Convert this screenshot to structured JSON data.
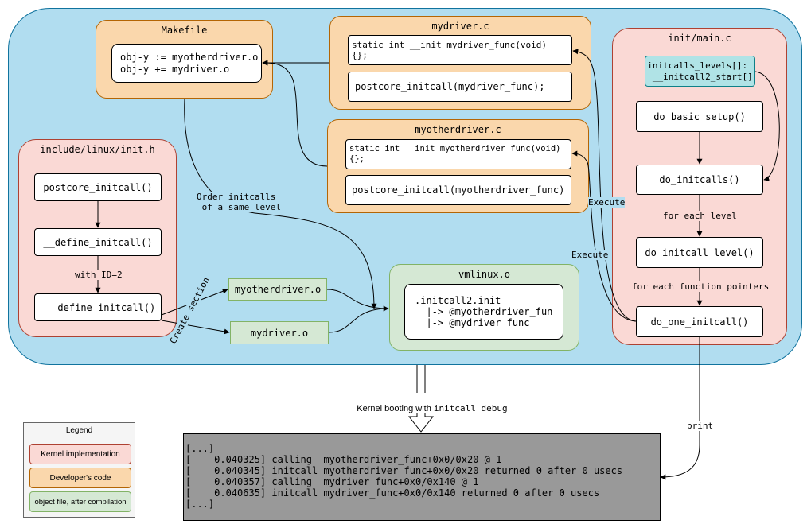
{
  "makefile": {
    "title": "Makefile",
    "lines": "obj-y := myotherdriver.o\nobj-y += mydriver.o"
  },
  "mydriver_c": {
    "title": "mydriver.c",
    "func": "static int __init mydriver_func(void)\n{};",
    "initcall": "postcore_initcall(mydriver_func);"
  },
  "myotherdriver_c": {
    "title": "myotherdriver.c",
    "func": "static int __init myotherdriver_func(void)\n{};",
    "initcall": "postcore_initcall(myotherdriver_func)"
  },
  "init_h": {
    "title": "include/linux/init.h",
    "b1": "postcore_initcall()",
    "b2": "__define_initcall()",
    "b3": "___define_initcall()",
    "with_id": "with ID=2"
  },
  "main_c": {
    "title": "init/main.c",
    "levels": "initcalls_levels[]:\n __initcall2_start[]",
    "setup": "do_basic_setup()",
    "initcalls": "do_initcalls()",
    "level": "do_initcall_level()",
    "one": "do_one_initcall()",
    "for_each_level": "for each level",
    "for_each_fp": "for each function pointers"
  },
  "objects": {
    "myotherdriver": "myotherdriver.o",
    "mydriver": "mydriver.o",
    "create_section": "Create section"
  },
  "vmlinux": {
    "title": "vmlinux.o",
    "content": ".initcall2.init\n  |-> @myotherdriver_fun\n  |-> @mydriver_func"
  },
  "labels": {
    "order": "Order initcalls\n of a same level",
    "execute1": "Execute",
    "execute2": "Execute",
    "print": "print",
    "booting_prefix": "Kernel booting with ",
    "booting_code": "initcall_debug"
  },
  "legend": {
    "title": "Legend",
    "kernel": "Kernel implementation",
    "developer": "Developer's code",
    "object": "object file, after compilation"
  },
  "console": "[...]\n[    0.040325] calling  myotherdriver_func+0x0/0x20 @ 1\n[    0.040345] initcall myotherdriver_func+0x0/0x20 returned 0 after 0 usecs\n[    0.040357] calling  mydriver_func+0x0/0x140 @ 1\n[    0.040635] initcall mydriver_func+0x0/0x140 returned 0 after 0 usecs\n[...]"
}
